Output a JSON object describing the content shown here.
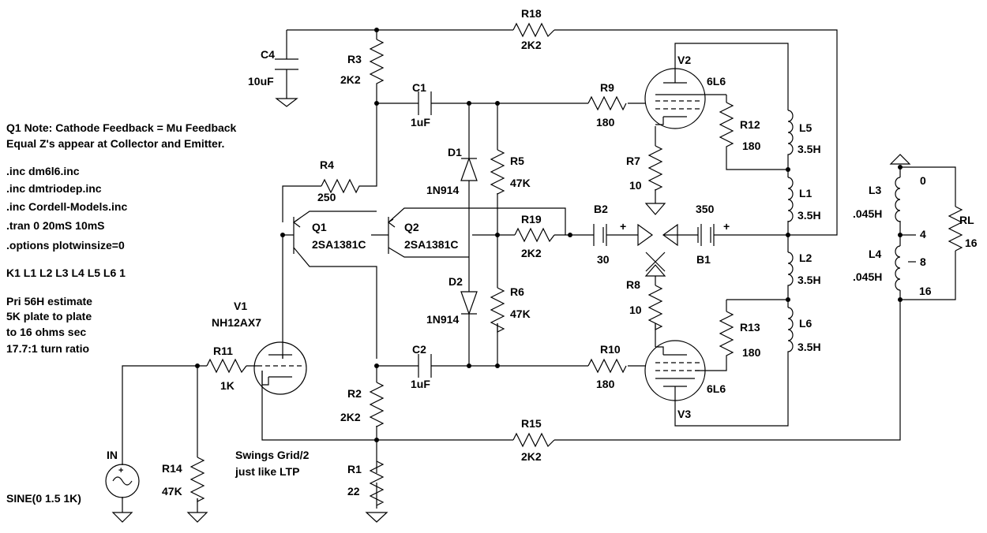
{
  "notes": [
    "Q1 Note: Cathode Feedback = Mu Feedback",
    "Equal Z's appear at Collector and Emitter.",
    ".inc dm6l6.inc",
    ".inc dmtriodep.inc",
    ".inc Cordell-Models.inc",
    ".tran 0 20mS 10mS",
    ".options plotwinsize=0",
    "K1 L1 L2 L3 L4 L5 L6 1",
    "Pri 56H estimate",
    "5K plate to plate",
    "to 16 ohms sec",
    "17.7:1 turn ratio"
  ],
  "annotation": [
    "Swings Grid/2",
    "just like LTP"
  ],
  "source": {
    "name": "IN",
    "value": "SINE(0  1.5 1K)"
  },
  "components": {
    "R18": {
      "name": "R18",
      "value": "2K2"
    },
    "C4": {
      "name": "C4",
      "value": "10uF"
    },
    "R3": {
      "name": "R3",
      "value": "2K2"
    },
    "C1": {
      "name": "C1",
      "value": "1uF"
    },
    "R9": {
      "name": "R9",
      "value": "180"
    },
    "V2": {
      "name": "V2",
      "value": "6L6"
    },
    "R12": {
      "name": "R12",
      "value": "180"
    },
    "L5": {
      "name": "L5",
      "value": "3.5H"
    },
    "D1": {
      "name": "D1",
      "value": "1N914"
    },
    "R5": {
      "name": "R5",
      "value": "47K"
    },
    "R7": {
      "name": "R7",
      "value": "10"
    },
    "R4": {
      "name": "R4",
      "value": "250"
    },
    "Q1": {
      "name": "Q1",
      "value": "2SA1381C"
    },
    "Q2": {
      "name": "Q2",
      "value": "2SA1381C"
    },
    "R19": {
      "name": "R19",
      "value": "2K2"
    },
    "B2": {
      "name": "B2",
      "value": "30"
    },
    "B1": {
      "name": "B1",
      "value": "350"
    },
    "L1": {
      "name": "L1",
      "value": "3.5H"
    },
    "L3": {
      "name": "L3",
      "value": ".045H"
    },
    "L4": {
      "name": "L4",
      "value": ".045H"
    },
    "RL": {
      "name": "RL",
      "value": "16"
    },
    "L2": {
      "name": "L2",
      "value": "3.5H"
    },
    "D2": {
      "name": "D2",
      "value": "1N914"
    },
    "R6": {
      "name": "R6",
      "value": "47K"
    },
    "R8": {
      "name": "R8",
      "value": "10"
    },
    "R13": {
      "name": "R13",
      "value": "180"
    },
    "L6": {
      "name": "L6",
      "value": "3.5H"
    },
    "V1": {
      "name": "V1",
      "value": "NH12AX7"
    },
    "R11": {
      "name": "R11",
      "value": "1K"
    },
    "C2": {
      "name": "C2",
      "value": "1uF"
    },
    "R10": {
      "name": "R10",
      "value": "180"
    },
    "V3": {
      "name": "V3",
      "value": "6L6"
    },
    "R2": {
      "name": "R2",
      "value": "2K2"
    },
    "R15": {
      "name": "R15",
      "value": "2K2"
    },
    "R14": {
      "name": "R14",
      "value": "47K"
    },
    "R1": {
      "name": "R1",
      "value": "22"
    }
  },
  "taps": {
    "t0": "0",
    "t4": "4",
    "t8": "8",
    "t16": "16"
  },
  "battery_sign": "+"
}
